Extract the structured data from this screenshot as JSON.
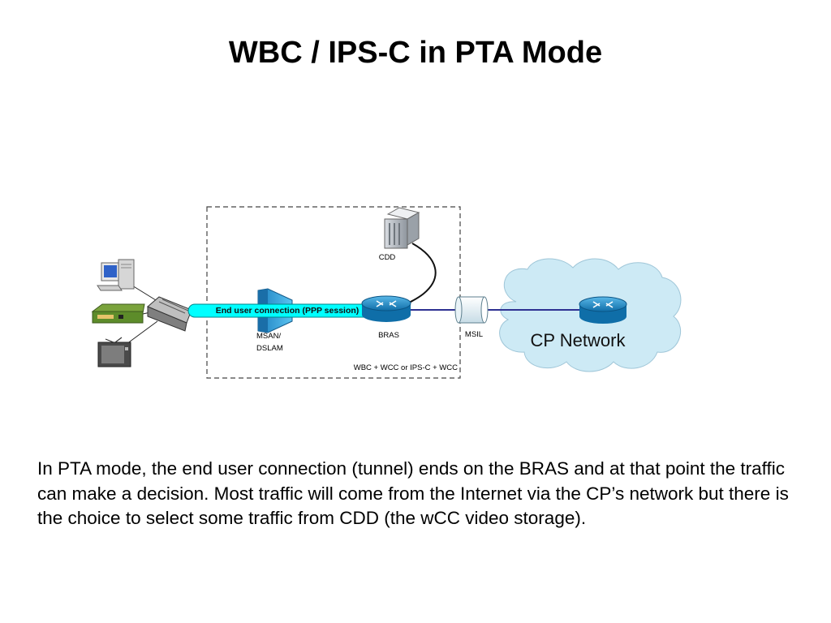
{
  "slide": {
    "title": "WBC / IPS-C in PTA Mode",
    "body": "In PTA mode, the end user connection (tunnel) ends on the BRAS and at that point the traffic can make a decision.  Most traffic will come from the Internet via the CP’s network but there is the choice to select some traffic from CDD (the wCC video storage)."
  },
  "diagram": {
    "tunnel_label": "End user connection (PPP session)",
    "nodes": {
      "cdd": "CDD",
      "msan_line1": "MSAN/",
      "msan_line2": "DSLAM",
      "bras": "BRAS",
      "msil": "MSIL",
      "cp_network": "CP Network"
    },
    "box_label": "WBC + WCC or IPS-C + WCC",
    "icons": [
      "desktop-computer-icon",
      "set-top-box-icon",
      "television-icon",
      "home-gateway-icon",
      "msan-dslam-icon",
      "bras-router-icon",
      "cdd-server-icon",
      "msil-cylinder-icon",
      "cp-router-icon",
      "cloud-icon"
    ],
    "colors": {
      "tunnel": "#00ffff",
      "cloud": "#cdeaf5",
      "router": "#1a8fce",
      "link": "#2e3192"
    }
  }
}
